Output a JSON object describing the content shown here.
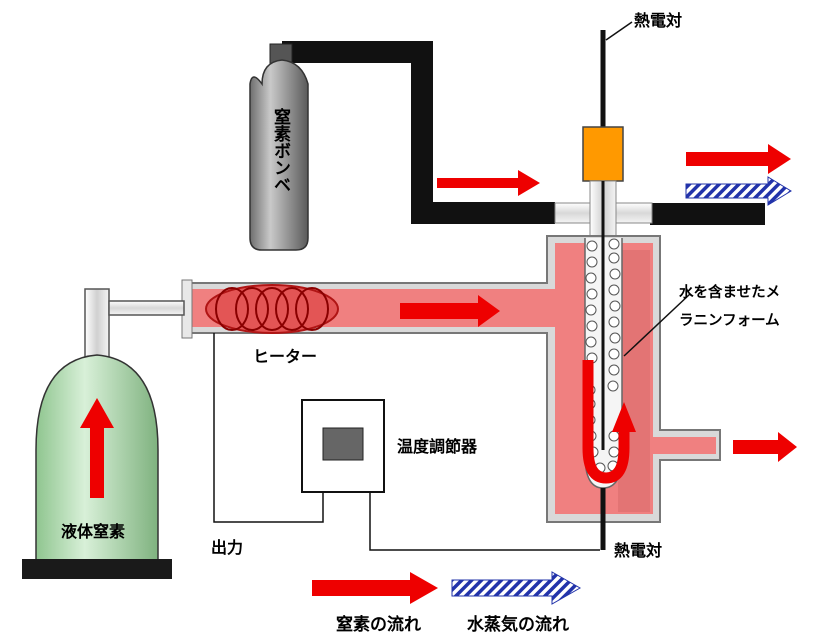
{
  "labels": {
    "thermocouple_top": "熱電対",
    "nitrogen_cylinder": "窒素ボンベ",
    "melamine_foam_line1": "水を含ませたメ",
    "melamine_foam_line2": "ラニンフォーム",
    "heater": "ヒーター",
    "temperature_controller": "温度調節器",
    "liquid_nitrogen": "液体窒素",
    "output": "出力",
    "thermocouple_bottom": "熱電対",
    "legend_nitrogen_flow": "窒素の流れ",
    "legend_steam_flow": "水蒸気の流れ"
  },
  "colors": {
    "nitrogen_arrow": "#ee0000",
    "steam_arrow_stripe": "#2233aa",
    "chamber_fill": "#f08080",
    "dewar_fill": "#b8e0b8",
    "thermocouple_block": "#ff9900",
    "cylinder_gray": "#909090",
    "base_black": "#1a1a1a"
  },
  "icons": {
    "nitrogen_cylinder": "gas-cylinder-icon",
    "dewar": "liquid-nitrogen-dewar-icon",
    "heater_coil": "heater-coil-icon",
    "controller": "temperature-controller-icon"
  }
}
